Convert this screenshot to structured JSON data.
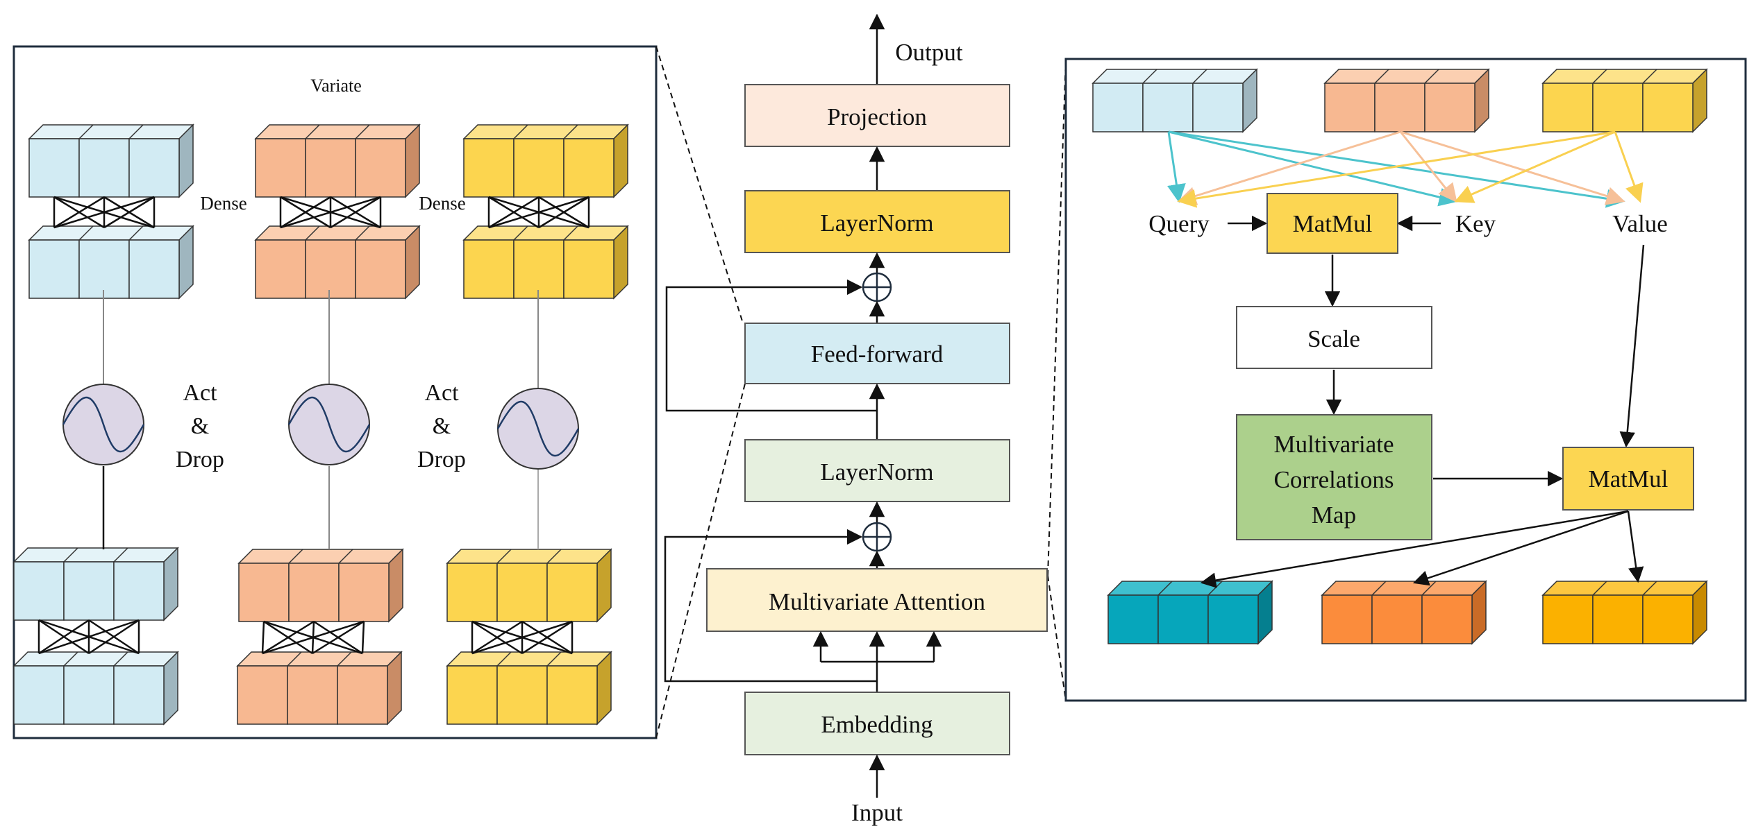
{
  "colors": {
    "light_blue": "#d2ebf3",
    "light_blue_top": "#e4f3f8",
    "light_blue_side": "#9fb6bf",
    "salmon": "#f7b891",
    "salmon_top": "#fbcfb1",
    "salmon_side": "#c98c66",
    "yellow": "#fcd54f",
    "yellow_top": "#fde38a",
    "yellow_side": "#c6a22c",
    "teal": "#06a6bb",
    "teal_top": "#3fc0cf",
    "teal_side": "#057f8f",
    "orange": "#fb8c3c",
    "orange_top": "#fca86c",
    "orange_side": "#c96b27",
    "amber": "#fbb100",
    "amber_top": "#fcc740",
    "amber_side": "#c88a00",
    "projection_fill": "#fde9dc",
    "layernorm_top_fill": "#fcd652",
    "feedforward_fill": "#d4ecf3",
    "layernorm_fill": "#e6f0df",
    "attention_fill": "#fdf1cf",
    "embedding_fill": "#e6f0df",
    "matmul_fill": "#fcd652",
    "correlation_fill": "#acd08c",
    "activation_fill": "#dcd6e6",
    "arrow_cyan": "#4cc3cc",
    "arrow_peach": "#f6c098",
    "arrow_gold": "#f9d050"
  },
  "left_panel": {
    "variate_label": "Variate",
    "dense_labels": [
      "Dense",
      "Dense"
    ],
    "act_drop_labels": [
      {
        "line1": "Act",
        "line2": "&",
        "line3": "Drop"
      },
      {
        "line1": "Act",
        "line2": "&",
        "line3": "Drop"
      }
    ]
  },
  "center": {
    "output_label": "Output",
    "input_label": "Input",
    "blocks": {
      "projection": "Projection",
      "layernorm_top": "LayerNorm",
      "feed_forward": "Feed-forward",
      "layernorm": "LayerNorm",
      "multivariate_attention": "Multivariate Attention",
      "embedding": "Embedding"
    }
  },
  "right_panel": {
    "query_label": "Query",
    "key_label": "Key",
    "value_label": "Value",
    "matmul_top": "MatMul",
    "scale": "Scale",
    "correlations_map": {
      "line1": "Multivariate",
      "line2": "Correlations",
      "line3": "Map"
    },
    "matmul_bottom": "MatMul"
  }
}
